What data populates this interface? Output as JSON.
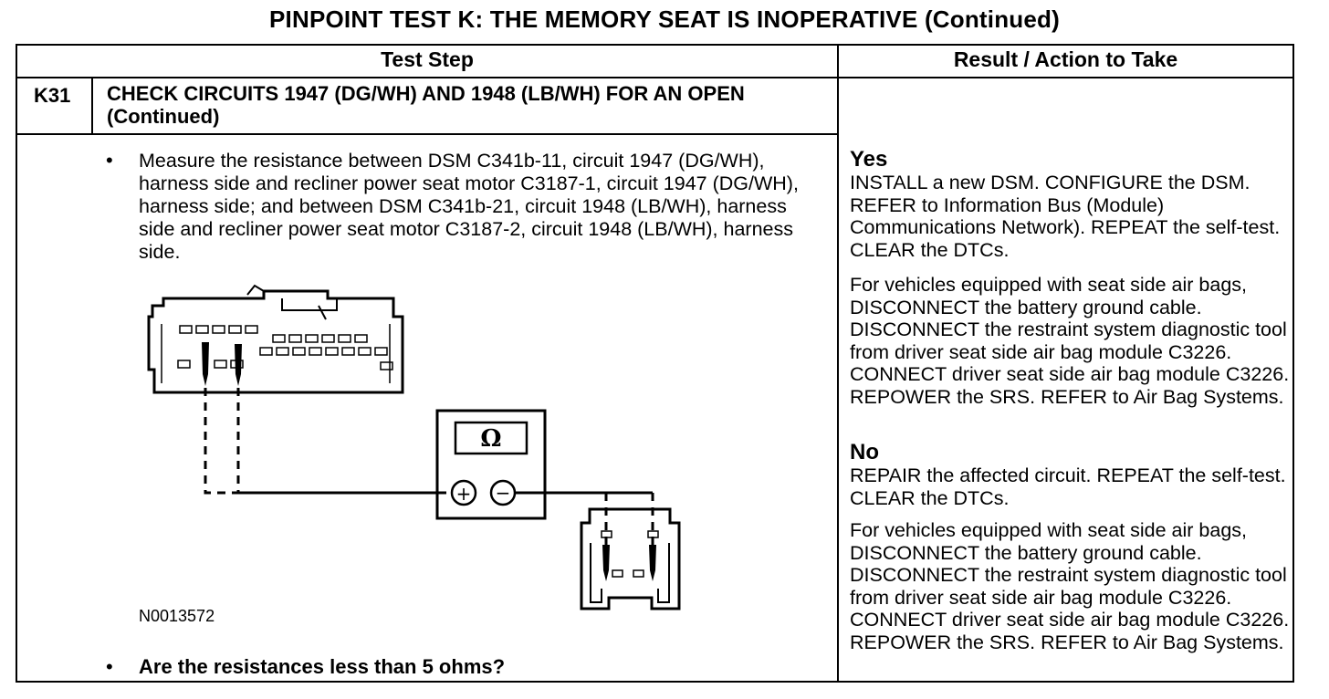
{
  "page_title": "PINPOINT TEST K: THE MEMORY SEAT IS INOPERATIVE (Continued)",
  "table": {
    "col_step_header": "Test Step",
    "col_result_header": "Result / Action to Take"
  },
  "step": {
    "id": "K31",
    "title": "CHECK CIRCUITS 1947 (DG/WH) AND 1948 (LB/WH) FOR AN OPEN (Continued)",
    "bullet_symbol": "•",
    "instruction": "Measure the resistance between DSM C341b-11, circuit 1947 (DG/WH), harness side and recliner power seat motor C3187-1, circuit 1947 (DG/WH), harness side; and between DSM C341b-21, circuit 1948 (LB/WH), harness side and recliner power seat motor C3187-2, circuit 1948 (LB/WH), harness side.",
    "question": "Are the resistances less than 5 ohms?"
  },
  "figure": {
    "id": "N0013572",
    "meter_symbol": "Ω",
    "plus_symbol": "+",
    "minus_symbol": "−"
  },
  "results": {
    "yes_label": "Yes",
    "yes_action": "INSTALL a new DSM. CONFIGURE the DSM. REFER to Information Bus (Module) Communications Network). REPEAT the self-test. CLEAR the DTCs.",
    "yes_note": "For vehicles equipped with seat side air bags, DISCONNECT the battery ground cable. DISCONNECT the restraint system diagnostic tool from driver seat side air bag module C3226. CONNECT driver seat side air bag module C3226. REPOWER the SRS.  REFER to Air Bag Systems.",
    "no_label": "No",
    "no_action": "REPAIR the affected circuit. REPEAT the self-test. CLEAR the DTCs.",
    "no_note": "For vehicles equipped with seat side air bags, DISCONNECT the battery ground cable. DISCONNECT the restraint system diagnostic tool from driver seat side air bag module C3226. CONNECT driver seat side air bag module C3226. REPOWER the SRS.  REFER to Air Bag Systems."
  }
}
